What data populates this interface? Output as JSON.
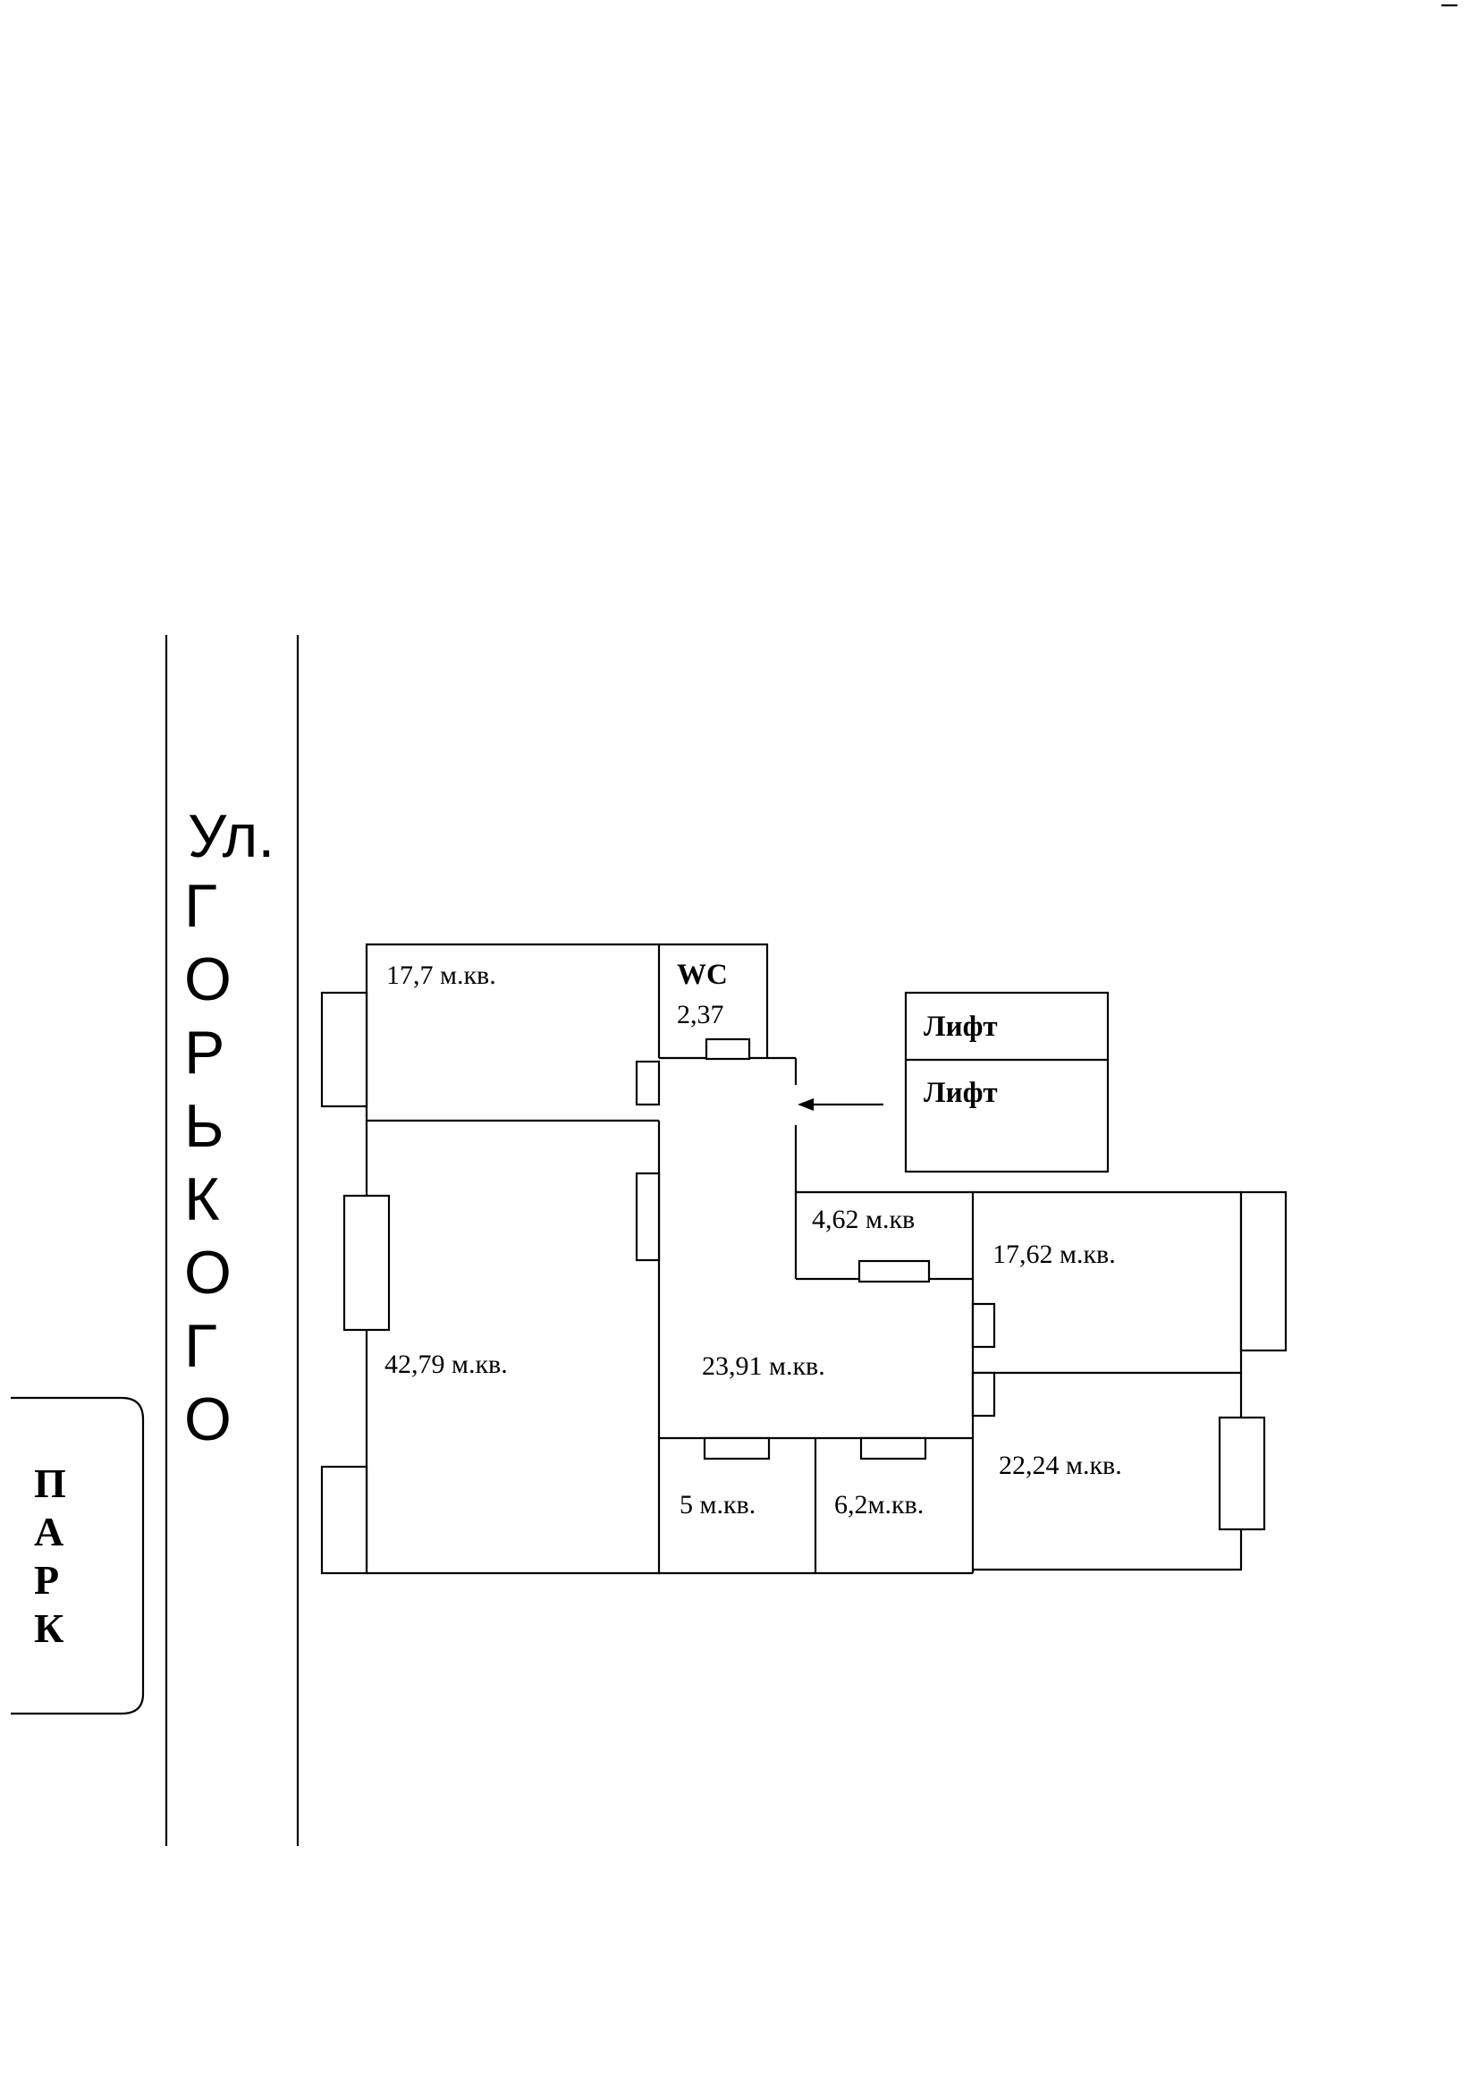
{
  "street": {
    "prefix": "Ул.",
    "letters": [
      "Г",
      "О",
      "Р",
      "Ь",
      "К",
      "О",
      "Г",
      "О"
    ]
  },
  "park": {
    "letters": [
      "П",
      "А",
      "Р",
      "К"
    ]
  },
  "rooms": {
    "r1": "17,7 м.кв.",
    "wc_title": "WC",
    "wc_area": "2,37",
    "r2": "42,79 м.кв.",
    "r3": "4,62 м.кв",
    "r4": "17,62 м.кв.",
    "hall": "23,91 м.кв.",
    "r5": "5 м.кв.",
    "r6": "6,2м.кв.",
    "r7": "22,24 м.кв."
  },
  "lift": {
    "top": "Лифт",
    "bottom": "Лифт"
  }
}
